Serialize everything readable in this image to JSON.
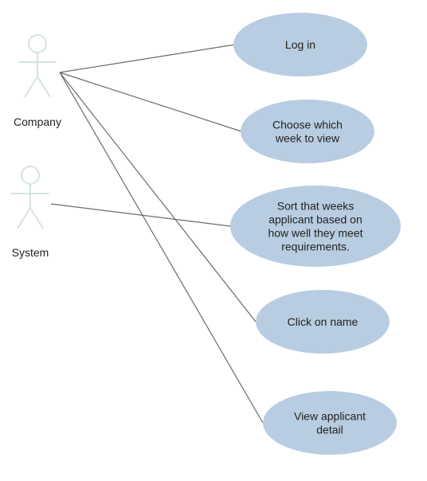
{
  "colors": {
    "usecase_fill": "#b8cde1",
    "actor_stroke": "#d4e3e3",
    "connector": "#6a6a6a",
    "text": "#222222"
  },
  "actors": [
    {
      "id": "company",
      "label": "Company"
    },
    {
      "id": "system",
      "label": "System"
    }
  ],
  "usecases": [
    {
      "id": "log-in",
      "lines": [
        "Log in"
      ]
    },
    {
      "id": "choose-week",
      "lines": [
        "Choose which",
        "week to view"
      ]
    },
    {
      "id": "sort-applicants",
      "lines": [
        "Sort that weeks",
        "applicant based on",
        "how well they meet",
        "requirements."
      ]
    },
    {
      "id": "click-name",
      "lines": [
        "Click on name"
      ]
    },
    {
      "id": "view-detail",
      "lines": [
        "View applicant",
        "detail"
      ]
    }
  ],
  "associations": [
    {
      "from": "company",
      "to": "log-in"
    },
    {
      "from": "company",
      "to": "choose-week"
    },
    {
      "from": "company",
      "to": "click-name"
    },
    {
      "from": "company",
      "to": "view-detail"
    },
    {
      "from": "system",
      "to": "sort-applicants"
    }
  ]
}
